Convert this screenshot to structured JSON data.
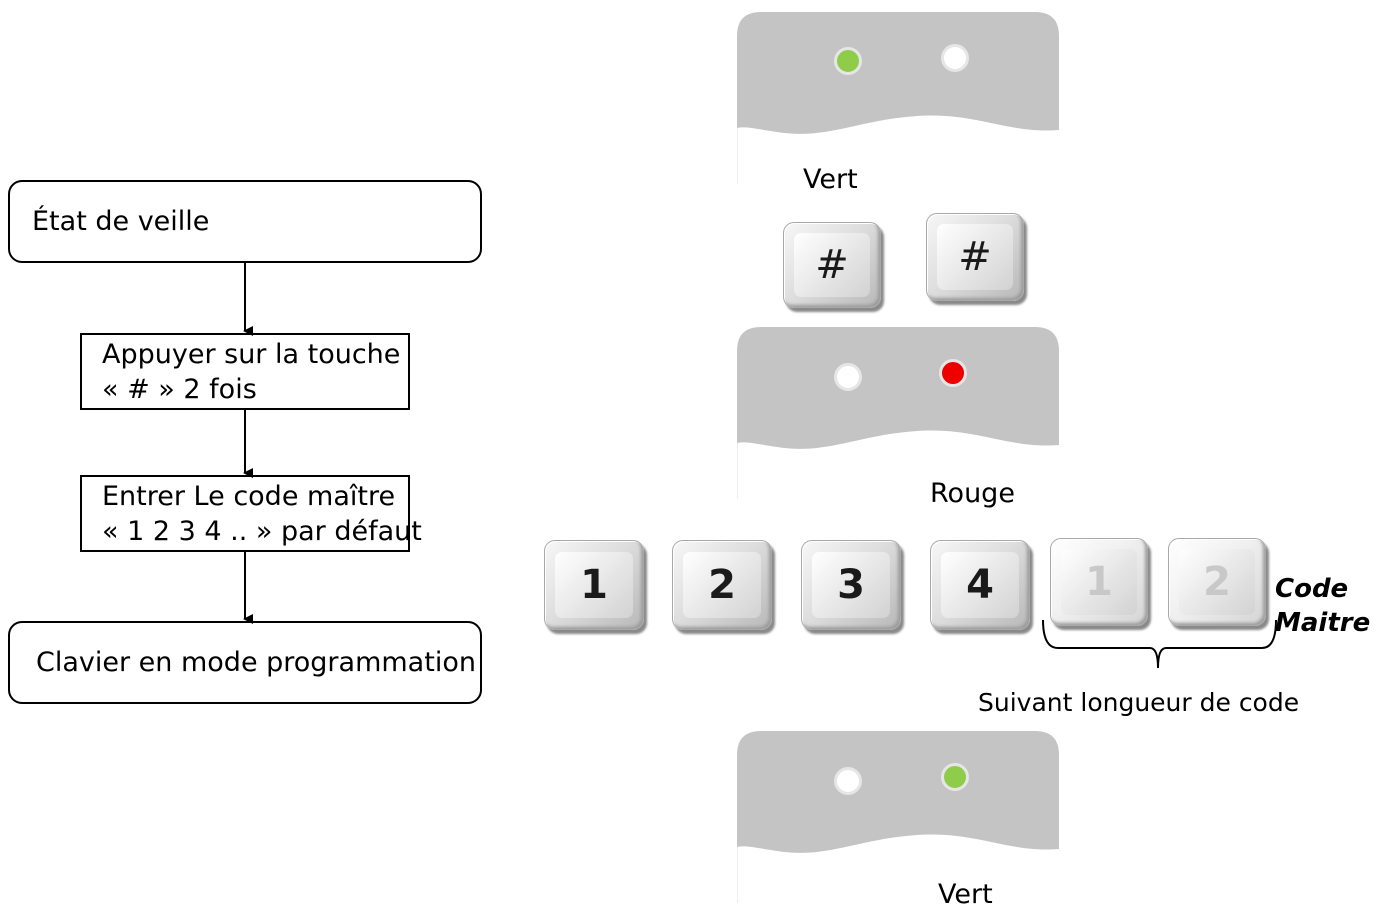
{
  "flow": {
    "step1": "État de veille",
    "step2_line1": "Appuyer sur la touche",
    "step2_line2": "« # » 2 fois",
    "step3_line1": "Entrer Le code maître",
    "step3_line2": "« 1 2 3 4 .. »  par défaut",
    "step4": "Clavier en mode programmation"
  },
  "panels": {
    "top_label": "Vert",
    "middle_label": "Rouge",
    "bottom_label": "Vert"
  },
  "led_states": {
    "top": [
      "green",
      "off"
    ],
    "middle": [
      "off",
      "red"
    ],
    "bottom": [
      "off",
      "green"
    ]
  },
  "colors": {
    "led_green": "#8fcc4a",
    "led_red": "#ee0000",
    "panel_gray": "#c4c4c4"
  },
  "keys": {
    "hash1": "#",
    "hash2": "#",
    "k1": "1",
    "k2": "2",
    "k3": "3",
    "k4": "4",
    "k5": "1",
    "k6": "2"
  },
  "code_label_line1": "Code",
  "code_label_line2": "Maitre",
  "brace_caption": "Suivant longueur de code"
}
